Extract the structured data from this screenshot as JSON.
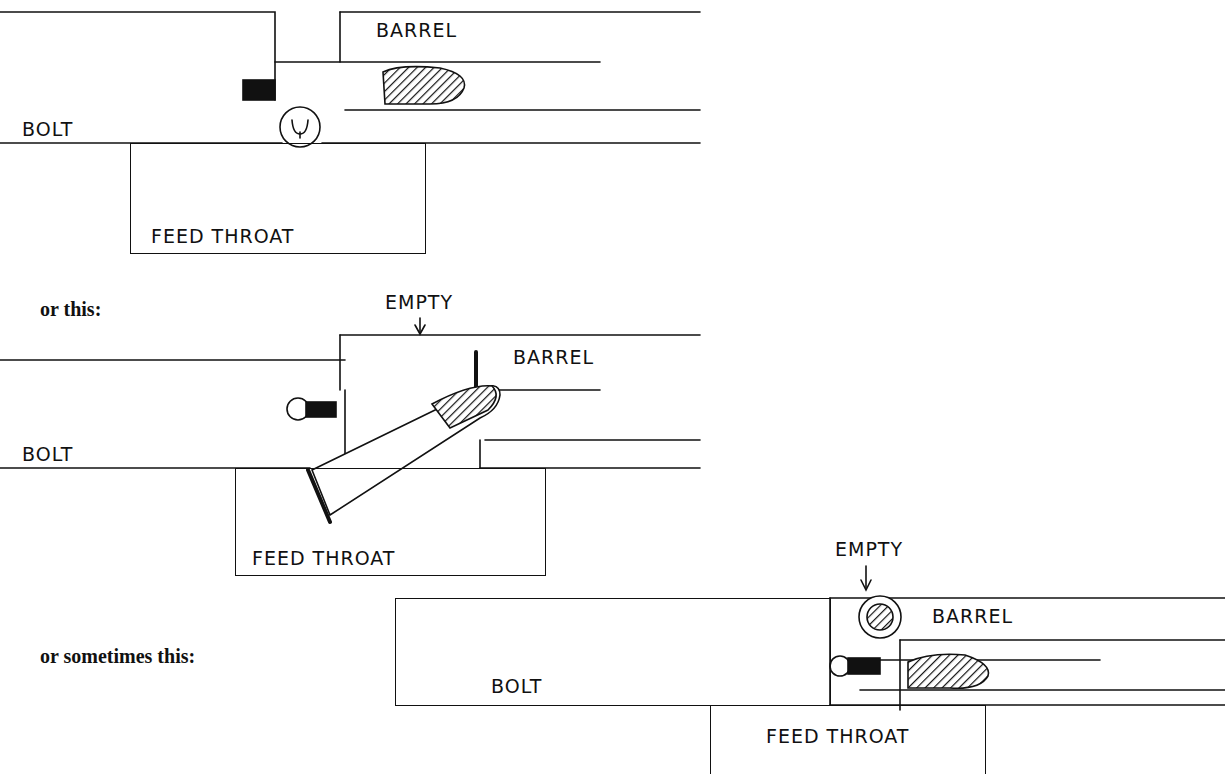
{
  "diagram": {
    "nodes": [
      {
        "text": [
          "FEED THROAT"
        ]
      },
      {
        "text": [
          "FEED THROAT"
        ]
      },
      {
        "text": [
          "BOLT"
        ]
      },
      {
        "text": [
          "FEED THROAT"
        ]
      }
    ],
    "labels": [
      "BARREL",
      "BOLT",
      "or this:",
      "EMPTY",
      "BARREL",
      "BOLT",
      "or sometimes this:",
      "EMPTY",
      "BARREL"
    ]
  }
}
